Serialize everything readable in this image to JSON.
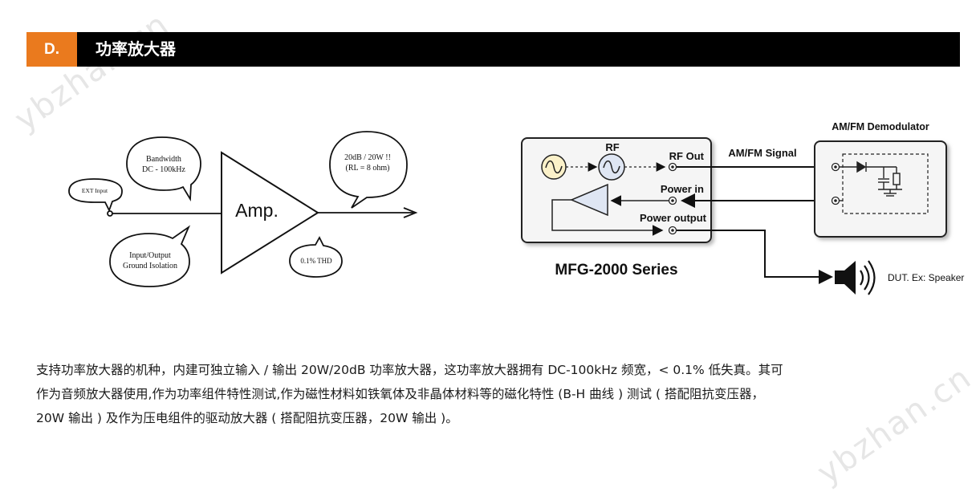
{
  "header": {
    "letter": "D.",
    "title": "功率放大器"
  },
  "watermark": {
    "top": "ybzhan.cn",
    "bottom": "ybzhan.cn"
  },
  "amp_diagram": {
    "amp_label": "Amp.",
    "ext_input": "EXT Input",
    "bandwidth_line1": "Bandwidth",
    "bandwidth_line2": "DC - 100kHz",
    "isolation_line1": "Input/Output",
    "isolation_line2": "Ground Isolation",
    "power_line1": "20dB / 20W !!",
    "power_line2": "(RL = 8 ohm)",
    "thd": "0.1% THD"
  },
  "mfg_diagram": {
    "rf_label": "RF",
    "rf_out": "RF Out",
    "power_in": "Power in",
    "power_output": "Power output",
    "series_label": "MFG-2000 Series",
    "signal_label": "AM/FM Signal",
    "demod_label": "AM/FM Demodulator",
    "dut_label": "DUT. Ex: Speaker"
  },
  "description": {
    "line1": "支持功率放大器的机种，内建可独立输入 / 输出 20W/20dB 功率放大器，这功率放大器拥有 DC-100kHz 频宽，< 0.1% 低失真。其可",
    "line2": "作为音频放大器使用,作为功率组件特性测试,作为磁性材料如铁氧体及非晶体材料等的磁化特性 (B-H 曲线 ) 测试 ( 搭配阻抗变压器，",
    "line3": "20W 输出 ) 及作为压电组件的驱动放大器 ( 搭配阻抗变压器，20W 输出 )。"
  }
}
